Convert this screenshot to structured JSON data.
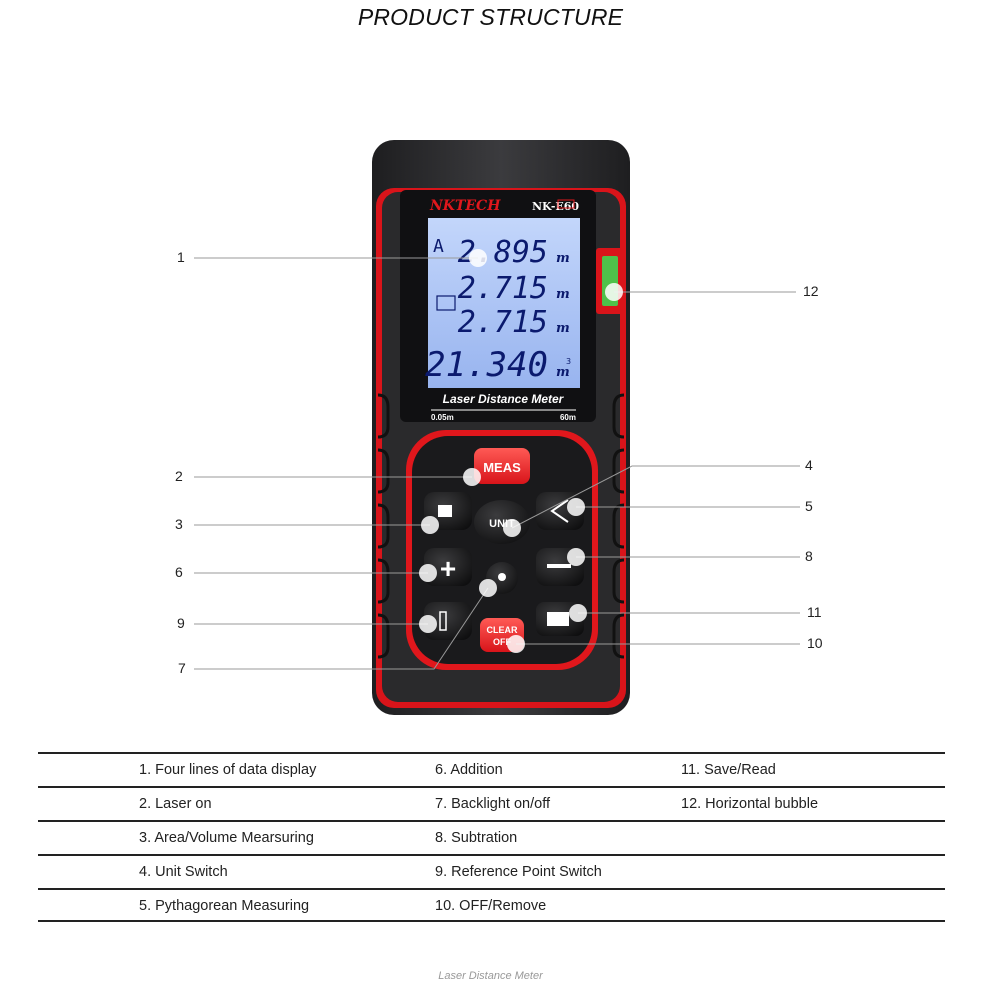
{
  "title": "PRODUCT STRUCTURE",
  "device": {
    "brand": "NKTECH",
    "model": "NK-E60",
    "screen_lines": [
      {
        "value": "2.895",
        "unit": "m"
      },
      {
        "value": "2.715",
        "unit": "m"
      },
      {
        "value": "2.715",
        "unit": "m"
      },
      {
        "value": "21.340",
        "unit": "m",
        "sup": "3"
      }
    ],
    "screen_mode_label": "A",
    "bezel_title": "Laser Distance Meter",
    "scale_min": "0.05m",
    "scale_max": "60m",
    "buttons": {
      "meas": "MEAS",
      "unit": "UNIT",
      "clear_line1": "CLEAR",
      "clear_line2": "OFF",
      "plus": "+",
      "minus": "−"
    }
  },
  "callouts": [
    "1",
    "2",
    "3",
    "4",
    "5",
    "6",
    "7",
    "8",
    "9",
    "10",
    "11",
    "12"
  ],
  "legend": [
    [
      "1. Four lines of data display",
      "6. Addition",
      "11. Save/Read"
    ],
    [
      "2. Laser on",
      "7. Backlight on/off",
      "12. Horizontal bubble"
    ],
    [
      "3. Area/Volume Mearsuring",
      "8. Subtration",
      ""
    ],
    [
      "4. Unit Switch",
      "9. Reference Point Switch",
      ""
    ],
    [
      "5. Pythagorean Measuring",
      "10. OFF/Remove",
      ""
    ]
  ],
  "footer": "Laser Distance Meter",
  "colors": {
    "red": "#e0171c",
    "body": "#2a2a2c",
    "lcd": "#a9c3f3",
    "lcd_text": "#0b1a6e",
    "bubble": "#3fbf3f"
  }
}
